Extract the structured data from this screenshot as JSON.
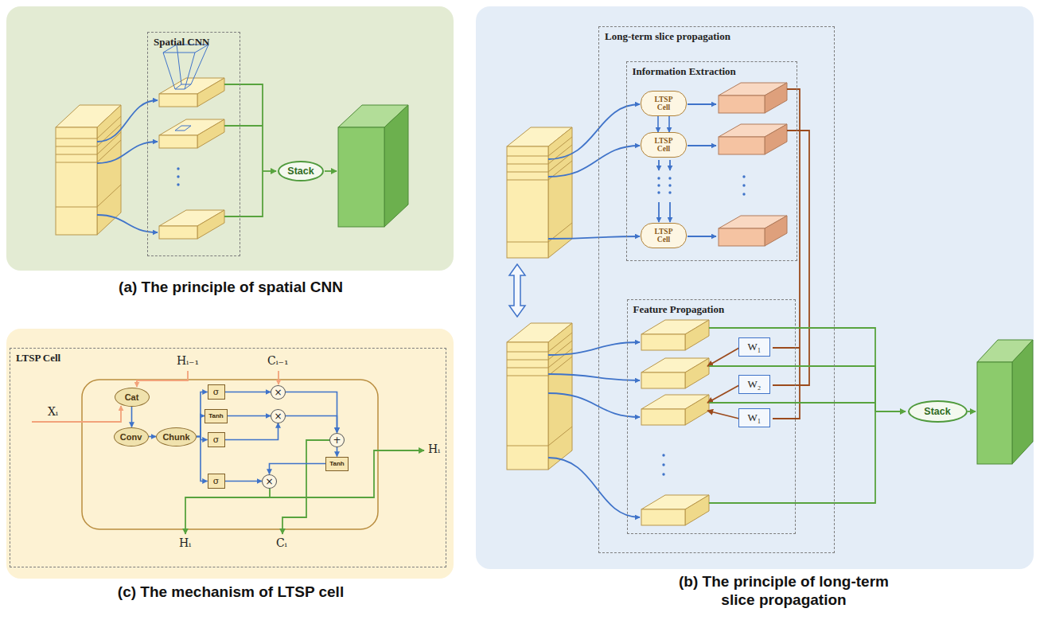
{
  "diagram": {
    "nodes": [
      {
        "text": [
          "Spatial CNN"
        ]
      },
      {
        "text": [
          "Stack"
        ]
      },
      {
        "text": [
          "Long-term slice propagation"
        ]
      },
      {
        "text": [
          "Information Extraction"
        ],
        "in": 2
      },
      {
        "text": [
          "LTSP Cell"
        ],
        "in": 3
      },
      {
        "text": [
          "LTSP Cell"
        ],
        "in": 3
      },
      {
        "text": [
          "LTSP Cell"
        ],
        "in": 3
      },
      {
        "text": [
          "Feature Propagation"
        ],
        "in": 2
      },
      {
        "text": [
          "W₁"
        ],
        "in": 7
      },
      {
        "text": [
          "W₂"
        ],
        "in": 7
      },
      {
        "text": [
          "W₁"
        ],
        "in": 7
      },
      {
        "text": [
          "Stack"
        ]
      },
      {
        "text": [
          "LTSP Cell"
        ]
      },
      {
        "text": [
          "Cat"
        ],
        "in": 12
      },
      {
        "text": [
          "Conv"
        ],
        "in": 12
      },
      {
        "text": [
          "Chunk"
        ],
        "in": 12
      },
      {
        "text": [
          "σ"
        ],
        "in": 12
      },
      {
        "text": [
          "Tanh"
        ],
        "in": 12
      },
      {
        "text": [
          "σ"
        ],
        "in": 12
      },
      {
        "text": [
          "σ"
        ],
        "in": 12
      },
      {
        "text": [
          "×"
        ],
        "in": 12
      },
      {
        "text": [
          "×"
        ],
        "in": 12
      },
      {
        "text": [
          "+"
        ],
        "in": 12
      },
      {
        "text": [
          "Tanh"
        ],
        "in": 12
      },
      {
        "text": [
          "×"
        ],
        "in": 12
      }
    ],
    "edges": [
      {
        "from": 4,
        "to": 5,
        "arrow": "to"
      },
      {
        "from": 4,
        "to": 5,
        "arrow": "to"
      },
      {
        "from": 13,
        "to": 14,
        "arrow": "to"
      },
      {
        "from": 14,
        "to": 15,
        "arrow": "to"
      },
      {
        "from": 15,
        "to": 16,
        "arrow": "to"
      },
      {
        "from": 15,
        "to": 17,
        "arrow": "to"
      },
      {
        "from": 15,
        "to": 18,
        "arrow": "to"
      },
      {
        "from": 15,
        "to": 19,
        "arrow": "to"
      },
      {
        "from": 16,
        "to": 20,
        "arrow": "to"
      },
      {
        "from": 17,
        "to": 21,
        "arrow": "to"
      },
      {
        "from": 18,
        "to": 21,
        "arrow": "to"
      },
      {
        "from": 19,
        "to": 24,
        "arrow": "to"
      },
      {
        "from": 20,
        "to": 22,
        "arrow": "to"
      },
      {
        "from": 21,
        "to": 22,
        "arrow": "to"
      },
      {
        "from": 22,
        "to": 23,
        "arrow": "to"
      },
      {
        "from": 23,
        "to": 24,
        "arrow": "to"
      }
    ],
    "labels": [
      "(a) The principle of spatial CNN",
      "(b) The principle of long-term slice propagation",
      "(c) The mechanism of LTSP cell",
      "Hᵢ₋₁",
      "Cᵢ₋₁",
      "Xᵢ",
      "Hᵢ",
      "Hᵢ",
      "Cᵢ"
    ]
  }
}
